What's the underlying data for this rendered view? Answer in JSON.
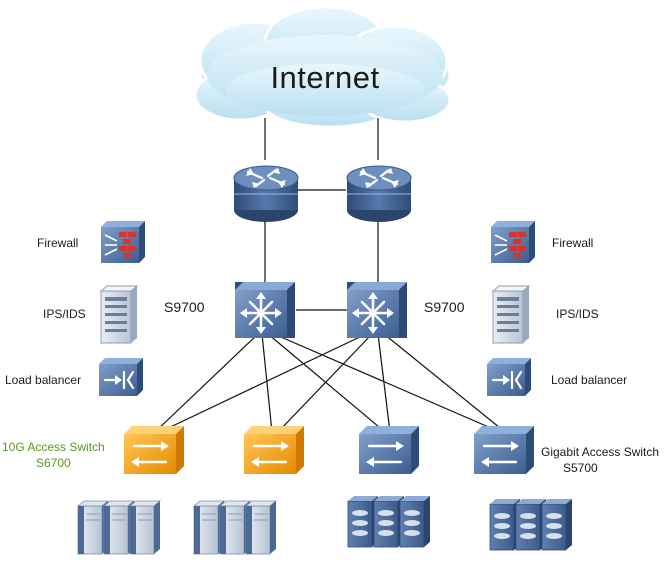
{
  "cloud": {
    "label": "Internet"
  },
  "core": {
    "left_label": "S9700",
    "right_label": "S9700"
  },
  "left_services": {
    "firewall": "Firewall",
    "ips": "IPS/IDS",
    "lb": "Load balancer"
  },
  "right_services": {
    "firewall": "Firewall",
    "ips": "IPS/IDS",
    "lb": "Load balancer"
  },
  "access_10g": {
    "line1": "10G Access Switch",
    "line2": "S6700"
  },
  "access_gig": {
    "line1": "Gigabit Access Switch",
    "line2": "S5700"
  },
  "colors": {
    "router": "#3f5f8f",
    "switch_blue": "#4a6c9e",
    "switch_orange": "#f5a623",
    "label_green": "#5a9a1e",
    "cloud": "#cfeaf6"
  }
}
